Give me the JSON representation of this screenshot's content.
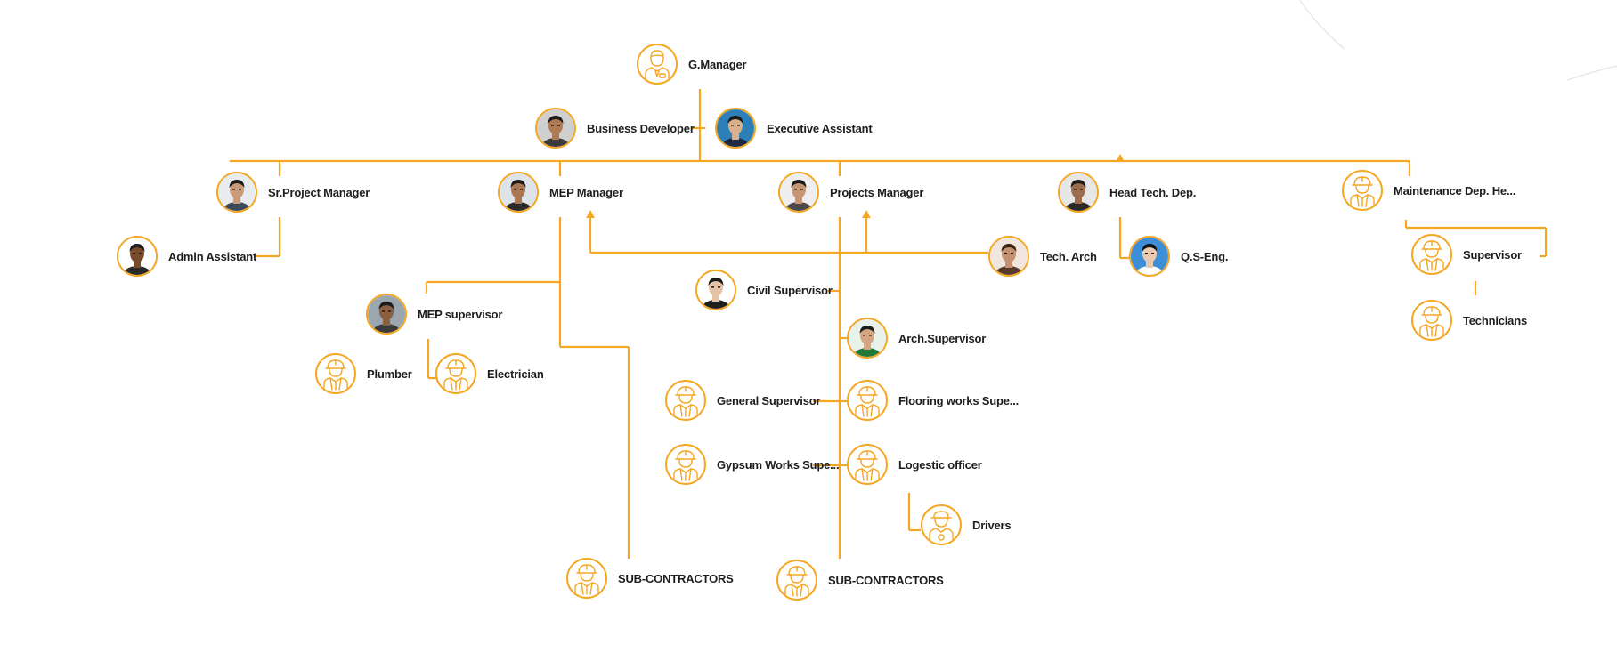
{
  "accent": "#f5a623",
  "nodes": [
    {
      "id": "gm",
      "label": "G.Manager",
      "type": "icon",
      "icon": "manager-outline-icon"
    },
    {
      "id": "bd",
      "label": "Business Developer",
      "type": "photo",
      "icon": "person-photo-icon",
      "skin": "#b07a55",
      "shirt": "#3a3a3a"
    },
    {
      "id": "ea",
      "label": "Executive Assistant",
      "type": "photo",
      "icon": "person-photo-icon",
      "skin": "#d8b08c",
      "shirt": "#1e2a44",
      "bg": "#2d7fb8"
    },
    {
      "id": "spm",
      "label": "Sr.Project Manager",
      "type": "photo",
      "icon": "person-photo-icon",
      "skin": "#c99a78",
      "shirt": "#3b4a5a",
      "bg": "#e9ecef"
    },
    {
      "id": "mep",
      "label": "MEP Manager",
      "type": "photo",
      "icon": "person-photo-icon",
      "skin": "#a97752",
      "shirt": "#2a2a2a",
      "bg": "#dde3e8"
    },
    {
      "id": "pm",
      "label": "Projects Manager",
      "type": "photo",
      "icon": "person-photo-icon",
      "skin": "#c89673",
      "shirt": "#4a4a4a",
      "bg": "#eeeeee"
    },
    {
      "id": "htd",
      "label": "Head Tech. Dep.",
      "type": "photo",
      "icon": "person-photo-icon",
      "skin": "#9d6d4c",
      "shirt": "#2a2a2a",
      "bg": "#e6e6e6"
    },
    {
      "id": "mdh",
      "label": "Maintenance Dep. He...",
      "type": "icon",
      "icon": "worker-outline-icon"
    },
    {
      "id": "aa",
      "label": "Admin Assistant",
      "type": "photo",
      "icon": "person-photo-icon",
      "skin": "#7a4a2c",
      "shirt": "#2a2a2a",
      "bg": "#ffffff"
    },
    {
      "id": "ta",
      "label": "Tech. Arch",
      "type": "photo",
      "icon": "person-photo-icon",
      "skin": "#c49070",
      "shirt": "#5a3a2a",
      "bg": "#f0e6de",
      "hair": "#3b2416"
    },
    {
      "id": "qs",
      "label": "Q.S-Eng.",
      "type": "photo",
      "icon": "person-photo-icon",
      "skin": "#eacbb0",
      "shirt": "#ffffff",
      "bg": "#3d8ed6",
      "hair": "#111111"
    },
    {
      "id": "sup",
      "label": "Supervisor",
      "type": "icon",
      "icon": "worker-outline-icon"
    },
    {
      "id": "tech",
      "label": "Technicians",
      "type": "icon",
      "icon": "worker-outline-icon"
    },
    {
      "id": "civ",
      "label": "Civil Supervisor",
      "type": "photo",
      "icon": "person-photo-icon",
      "skin": "#e3c2a6",
      "shirt": "#1e1e1e",
      "bg": "#ffffff"
    },
    {
      "id": "meps",
      "label": "MEP supervisor",
      "type": "photo",
      "icon": "person-photo-icon",
      "skin": "#8a5f42",
      "shirt": "#3a3a3a",
      "bg": "#9aa7b0"
    },
    {
      "id": "arch",
      "label": "Arch.Supervisor",
      "type": "photo",
      "icon": "person-photo-icon",
      "skin": "#d3a582",
      "shirt": "#1f7a3a",
      "bg": "#e8f1ea"
    },
    {
      "id": "plum",
      "label": "Plumber",
      "type": "icon",
      "icon": "worker-outline-icon"
    },
    {
      "id": "elec",
      "label": "Electrician",
      "type": "icon",
      "icon": "worker-outline-icon"
    },
    {
      "id": "gs",
      "label": "General Supervisor",
      "type": "icon",
      "icon": "worker-outline-icon"
    },
    {
      "id": "fws",
      "label": "Flooring works Supe...",
      "type": "icon",
      "icon": "worker-outline-icon"
    },
    {
      "id": "gws",
      "label": "Gypsum Works Supe...",
      "type": "icon",
      "icon": "worker-outline-icon"
    },
    {
      "id": "lo",
      "label": "Logestic officer",
      "type": "icon",
      "icon": "worker-outline-icon"
    },
    {
      "id": "drv",
      "label": "Drivers",
      "type": "icon",
      "icon": "driver-outline-icon"
    },
    {
      "id": "sc1",
      "label": "SUB-CONTRACTORS",
      "type": "icon",
      "icon": "worker-outline-icon"
    },
    {
      "id": "sc2",
      "label": "SUB-CONTRACTORS",
      "type": "icon",
      "icon": "worker-outline-icon"
    }
  ]
}
